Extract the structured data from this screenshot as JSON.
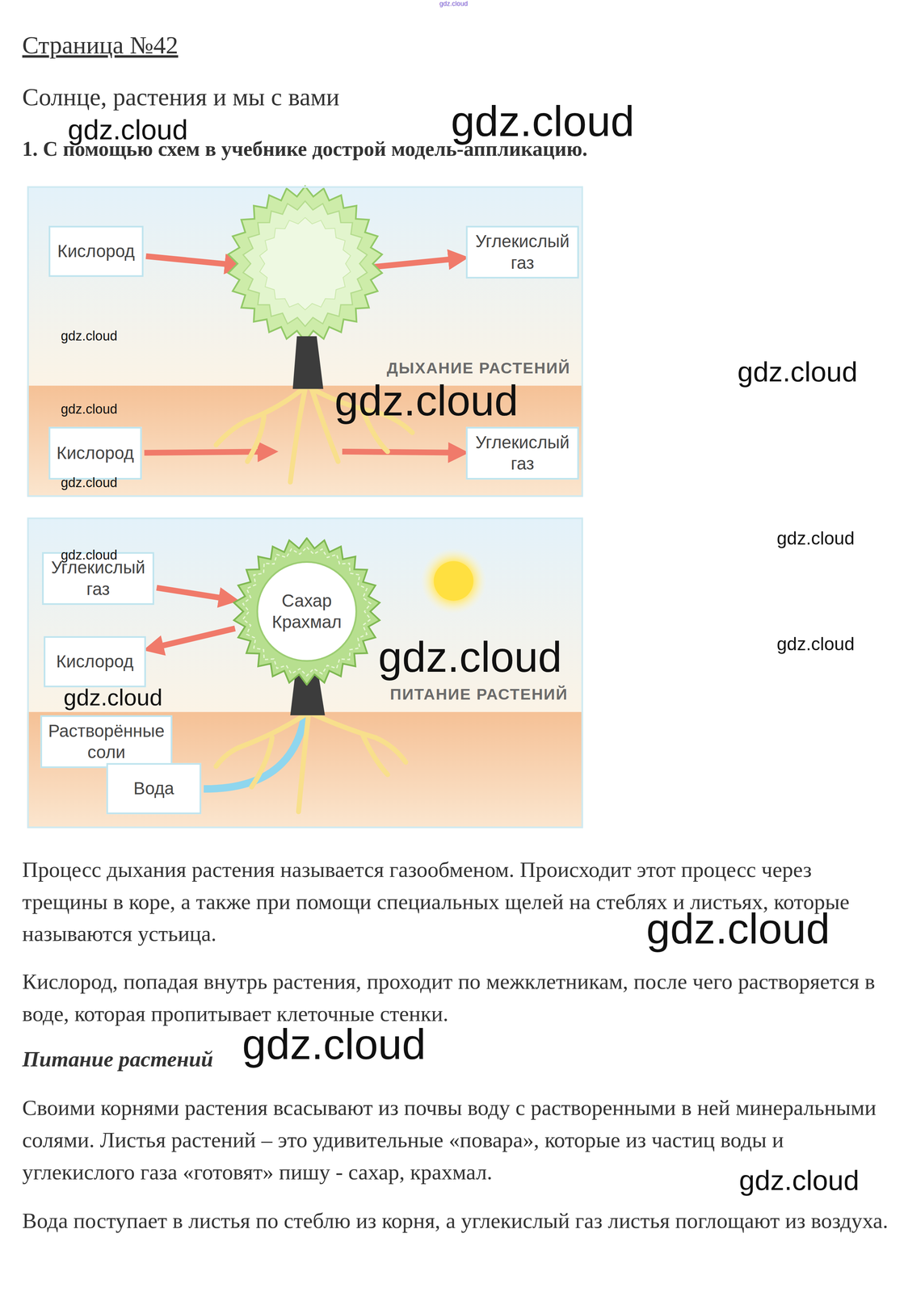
{
  "diagram": {
    "title": "Солнце, растения и мы с вами",
    "nodes": [
      {
        "text": [
          "ДЫХАНИЕ РАСТЕНИЙ"
        ]
      },
      {
        "text": [
          "Кислород"
        ],
        "in": 0
      },
      {
        "text": [
          "Углекислый газ"
        ],
        "in": 0
      },
      {
        "text": [
          "Кислород"
        ],
        "in": 0
      },
      {
        "text": [
          "Углекислый газ"
        ],
        "in": 0
      },
      {
        "text": [
          "ПИТАНИЕ РАСТЕНИЙ"
        ]
      },
      {
        "text": [
          "Углекислый газ"
        ],
        "in": 5
      },
      {
        "text": [
          "Кислород"
        ],
        "in": 5
      },
      {
        "text": [
          "Сахар Крахмал"
        ],
        "in": 5
      },
      {
        "text": [
          "Растворённые соли"
        ],
        "in": 5
      },
      {
        "text": [
          "Вода"
        ],
        "in": 5
      }
    ],
    "edges": [
      {
        "from": 1,
        "to": 2,
        "arrow": "to"
      },
      {
        "from": 3,
        "to": 4,
        "arrow": "to"
      },
      {
        "from": 6,
        "to": 8,
        "arrow": "to"
      },
      {
        "from": 8,
        "to": 7,
        "arrow": "to"
      },
      {
        "from": 10,
        "to": 8,
        "arrow": "to"
      }
    ],
    "labels": [
      "gdz.cloud",
      "Страница №42",
      "gdz.cloud",
      "gdz.cloud",
      "1. С помощью схем в учебнике дострой модель-аппликацию.",
      "gdz.cloud",
      "gdz.cloud",
      "gdz.cloud",
      "gdz.cloud",
      "gdz.cloud",
      "gdz.cloud",
      "gdz.cloud",
      "gdz.cloud",
      "gdz.cloud",
      "gdz.cloud",
      "Процесс дыхания растения называется газообменом. Происходит этот процесс через трещины в коре, а также при помощи специальных щелей на стеблях и листьях, которые называются устьица.",
      "gdz.cloud",
      "Кислород, попадая внутрь растения, проходит по межклетникам, после чего растворяется в воде, которая пропитывает клеточные стенки.",
      "Питание растений",
      "gdz.cloud",
      "Своими корнями растения всасывают из почвы воду с растворенными в ней минеральными солями. Листья растений – это удивительные «повара», которые из частиц воды и углекислого газа «готовят» пишу - сахар, крахмал.",
      "gdz.cloud",
      "Вода поступает в листья по стеблю из корня, а углекислый газ листья поглощают из воздуха."
    ]
  }
}
